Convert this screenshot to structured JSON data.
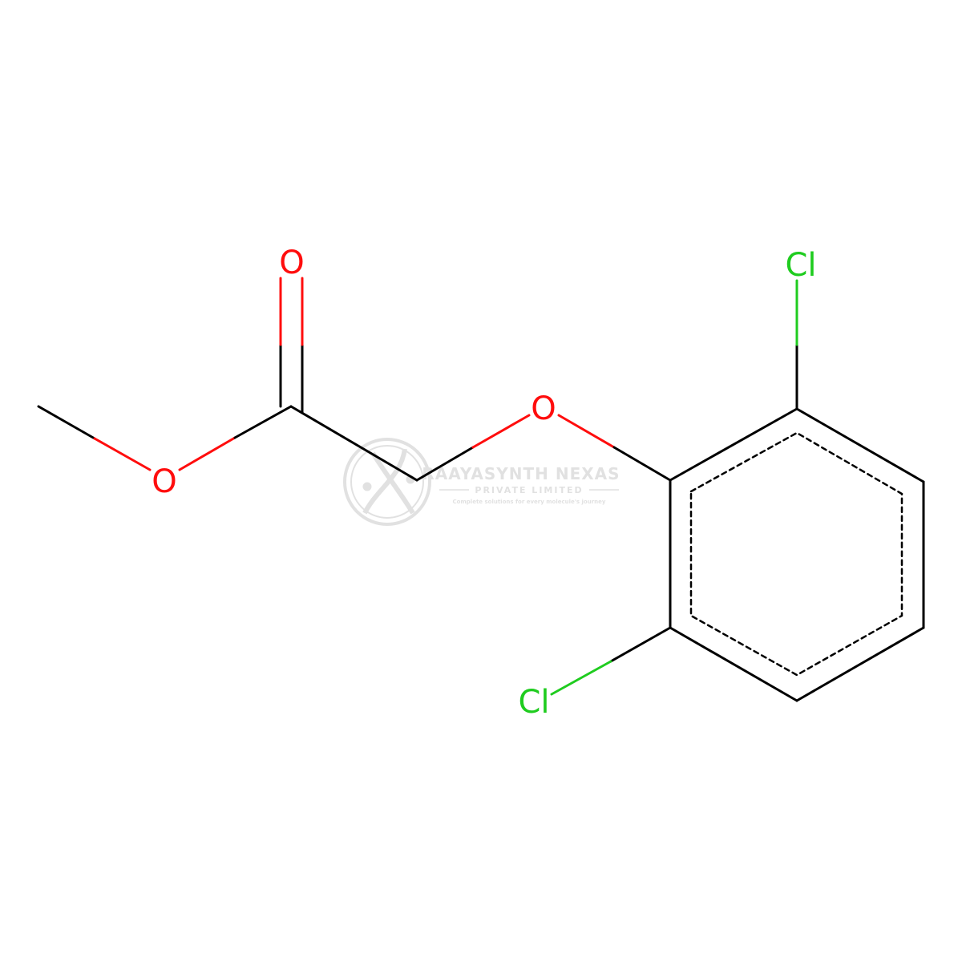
{
  "molecule": {
    "atoms": [
      {
        "id": "o-carbonyl",
        "label": "O",
        "element": "O"
      },
      {
        "id": "o-ester",
        "label": "O",
        "element": "O"
      },
      {
        "id": "o-ether",
        "label": "O",
        "element": "O"
      },
      {
        "id": "cl-top",
        "label": "Cl",
        "element": "Cl"
      },
      {
        "id": "cl-bottom",
        "label": "Cl",
        "element": "Cl"
      }
    ]
  },
  "colors": {
    "bond": "#000000",
    "oxygen": "#ff0d0d",
    "chlorine": "#1fcc1f",
    "watermark": "#c9c9c9"
  },
  "watermark": {
    "title": "RAAYASYNTH NEXAS",
    "subtitle": "PRIVATE LIMITED",
    "tagline": "Complete solutions for every molecule's journey"
  }
}
